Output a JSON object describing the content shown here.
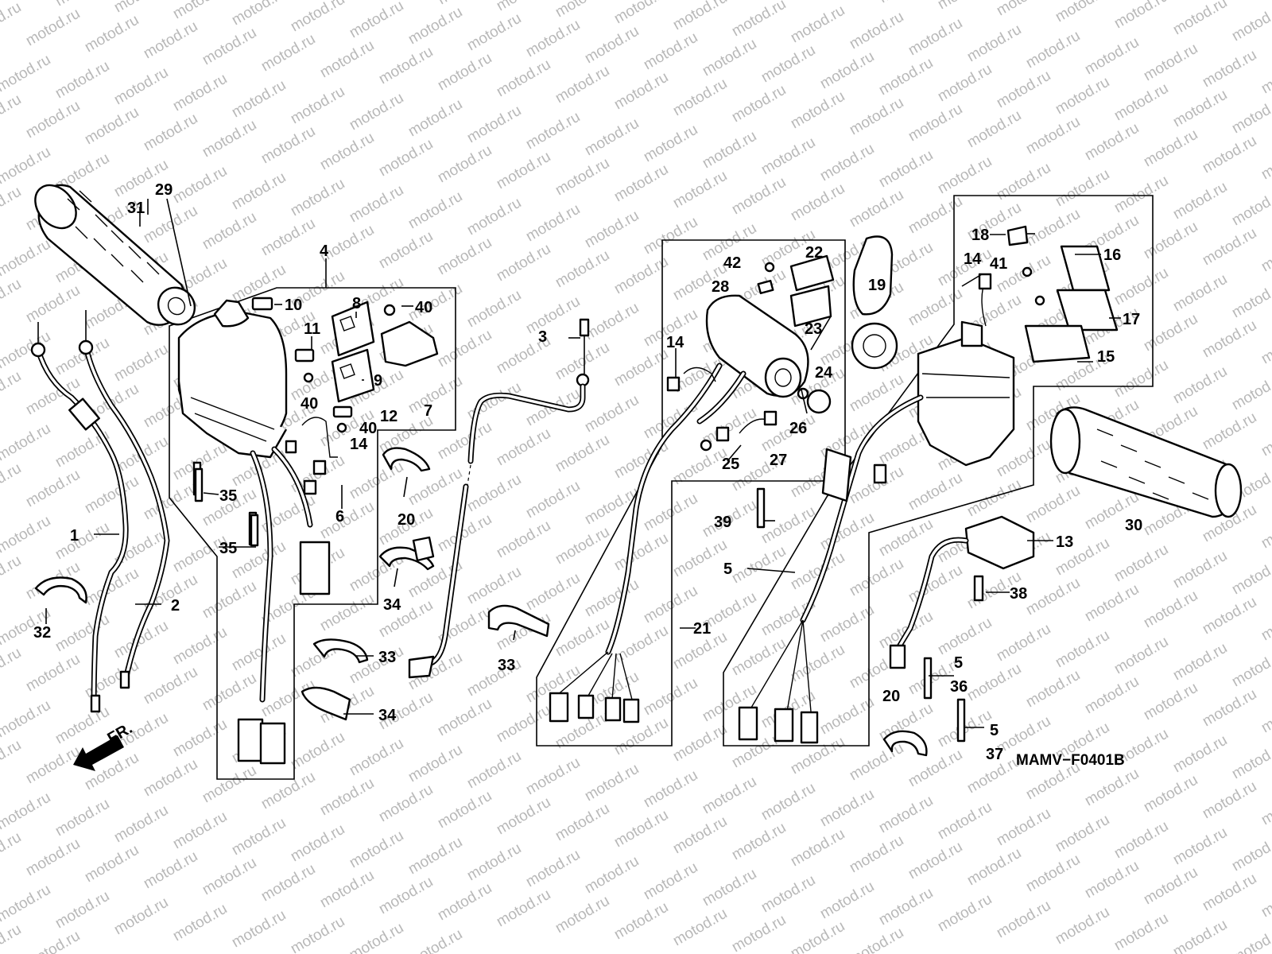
{
  "watermark": "motod.ru",
  "diagram_code": "MAMV−F0401B",
  "front_label": "FR.",
  "callouts": [
    "1",
    "2",
    "3",
    "4",
    "5",
    "6",
    "7",
    "8",
    "9",
    "10",
    "11",
    "12",
    "13",
    "14",
    "15",
    "16",
    "17",
    "18",
    "19",
    "20",
    "21",
    "22",
    "23",
    "24",
    "25",
    "26",
    "27",
    "28",
    "29",
    "30",
    "31",
    "32",
    "33",
    "34",
    "35",
    "36",
    "37",
    "38",
    "39",
    "40",
    "41",
    "42"
  ],
  "colors": {
    "ink": "#000000",
    "watermark": "#b8b8b8",
    "paper": "#ffffff"
  },
  "icons": [
    "front-arrow-icon"
  ]
}
